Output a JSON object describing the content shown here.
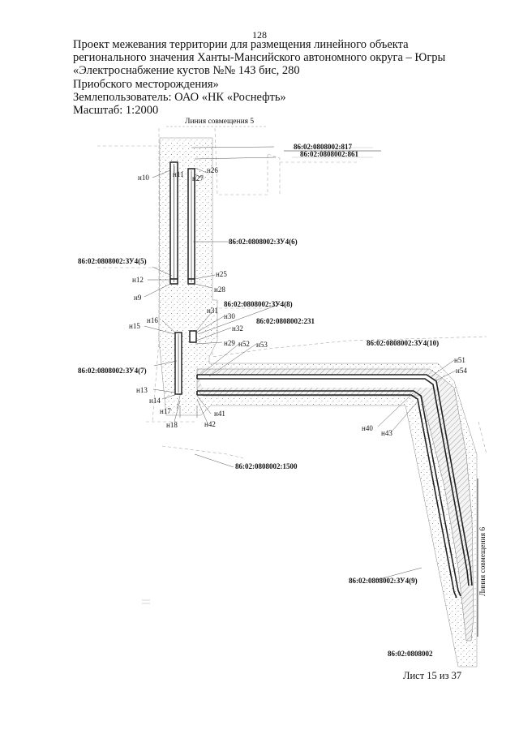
{
  "page_number": "128",
  "header": {
    "line1": "Проект межевания территории для размещения линейного объекта",
    "line2": "регионального значения Ханты-Мансийского автономного округа – Югры",
    "line3": "«Электроснабжение кустов №№ 143 бис, 280",
    "line4": "Приобского месторождения»",
    "line5": "Землепользователь: ОАО «НК «Роснефть»",
    "line6": "Масштаб: 1:2000"
  },
  "map": {
    "match_line_top": "Линия совмещения 5",
    "match_line_right": "Линия совмещения 6",
    "cadastral": {
      "c817": "86:02:0808002:817",
      "c861": "86:02:0808002:861",
      "zu6": "86:02:0808002:ЗУ4(6)",
      "zu5": "86:02:0808002:ЗУ4(5)",
      "zu8": "86:02:0808002:ЗУ4(8)",
      "c231": "86:02:0808002:231",
      "zu10": "86:02:0808002:ЗУ4(10)",
      "zu7": "86:02:0808002:ЗУ4(7)",
      "c1500": "86:02:0808002:1500",
      "zu9": "86:02:0808002:ЗУ4(9)",
      "block": "86:02:0808002"
    },
    "points": {
      "n10": "н10",
      "n11": "н11",
      "n26": "н26",
      "n27": "н27",
      "n12": "н12",
      "n25": "н25",
      "n9": "н9",
      "n28": "н28",
      "n31": "н31",
      "n30": "н30",
      "n16": "н16",
      "n15": "н15",
      "n32": "н32",
      "n29": "н29",
      "n52": "н52",
      "n53": "н53",
      "n51": "н51",
      "n54": "н54",
      "n13": "н13",
      "n14": "н14",
      "n17": "н17",
      "n41": "н41",
      "n18": "н18",
      "n42": "н42",
      "n40": "н40",
      "n43": "н43"
    }
  },
  "footer": {
    "sheet": "Лист 15 из 37"
  }
}
